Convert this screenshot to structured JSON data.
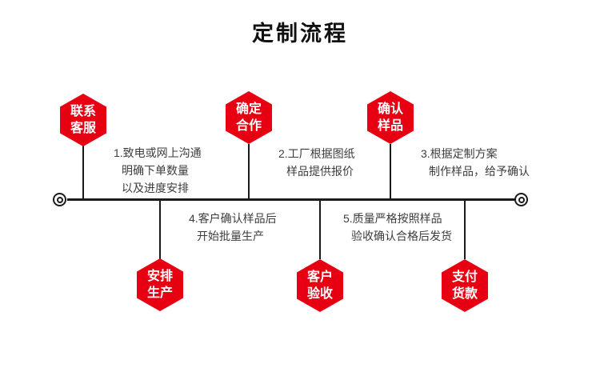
{
  "title": "定制流程",
  "colors": {
    "accent": "#e60012",
    "line": "#1b1b1b"
  },
  "top_badges": [
    {
      "line1": "联系",
      "line2": "客服"
    },
    {
      "line1": "确定",
      "line2": "合作"
    },
    {
      "line1": "确认",
      "line2": "样品"
    }
  ],
  "bottom_badges": [
    {
      "line1": "安排",
      "line2": "生产"
    },
    {
      "line1": "客户",
      "line2": "验收"
    },
    {
      "line1": "支付",
      "line2": "货款"
    }
  ],
  "top_notes": [
    {
      "lines": [
        "1.致电或网上沟通",
        "明确下单数量",
        "以及进度安排"
      ]
    },
    {
      "lines": [
        "2.工厂根据图纸",
        "样品提供报价"
      ]
    },
    {
      "lines": [
        "3.根据定制方案",
        "制作样品，给予确认"
      ]
    }
  ],
  "bottom_notes": [
    {
      "lines": [
        "4.客户确认样品后",
        "开始批量生产"
      ]
    },
    {
      "lines": [
        "5.质量严格按照样品",
        "验收确认合格后发货"
      ]
    }
  ]
}
